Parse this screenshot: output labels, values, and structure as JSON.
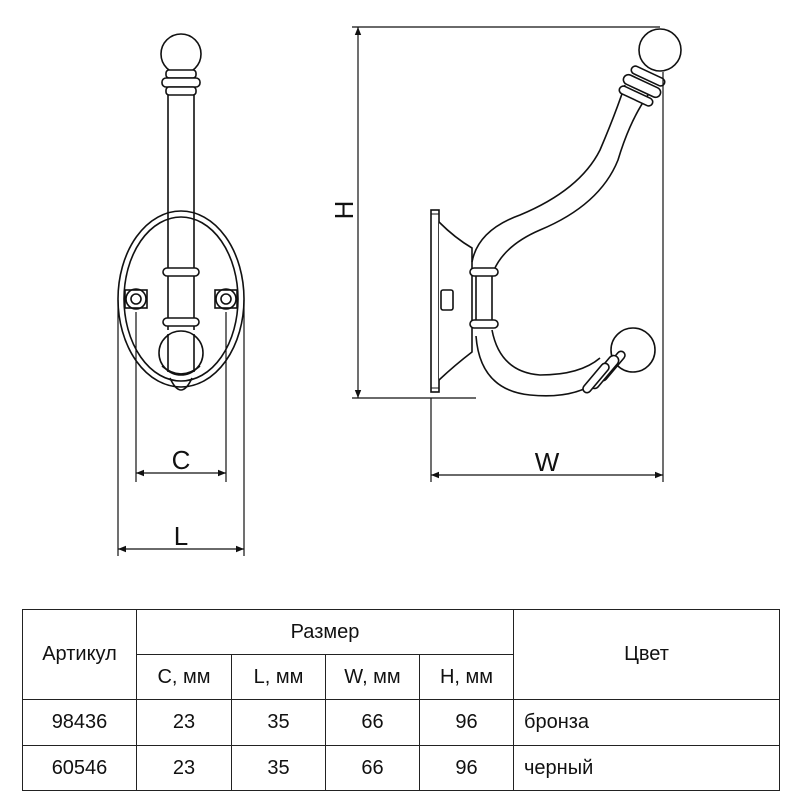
{
  "drawing": {
    "dimensions": {
      "c": "C",
      "l": "L",
      "h": "H",
      "w": "W"
    }
  },
  "table": {
    "header": {
      "article": "Артикул",
      "size_group": "Размер",
      "color": "Цвет",
      "c": "C, мм",
      "l": "L, мм",
      "w": "W, мм",
      "h": "H, мм"
    },
    "rows": [
      {
        "article": "98436",
        "c": "23",
        "l": "35",
        "w": "66",
        "h": "96",
        "color": "бронза"
      },
      {
        "article": "60546",
        "c": "23",
        "l": "35",
        "w": "66",
        "h": "96",
        "color": "черный"
      }
    ]
  }
}
